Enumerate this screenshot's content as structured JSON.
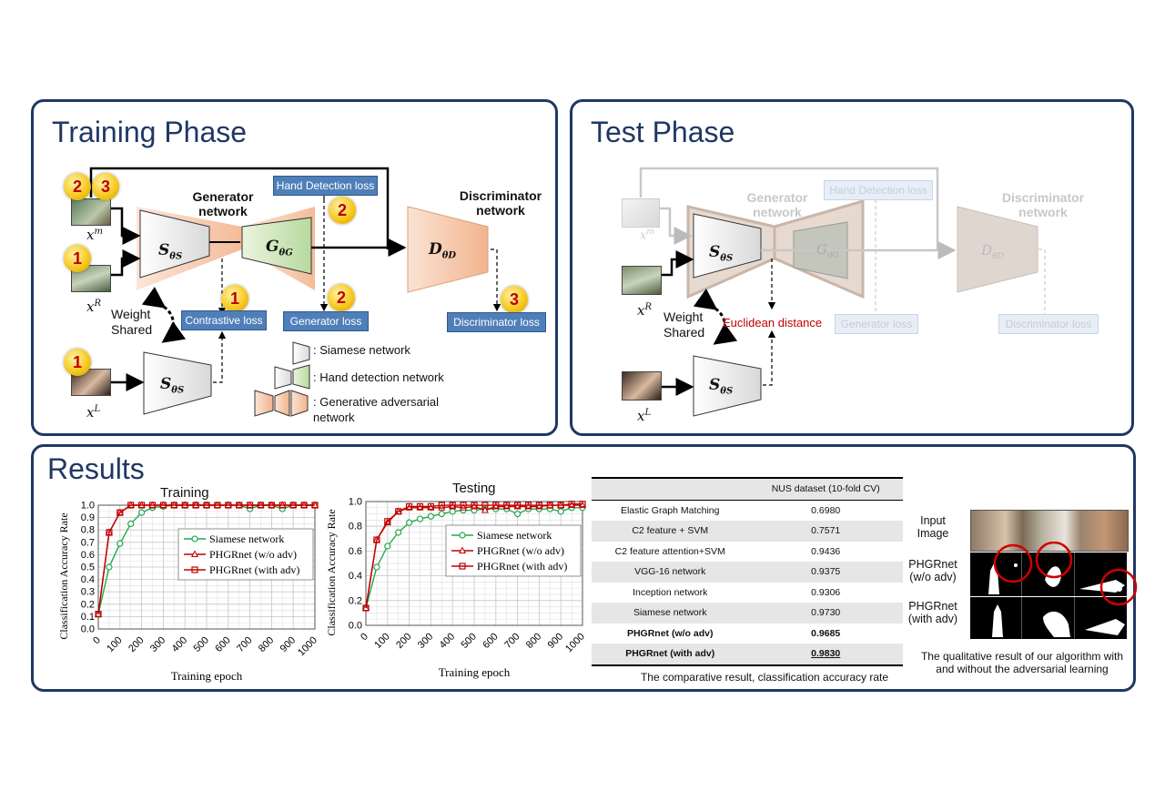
{
  "training_phase": {
    "title": "Training Phase",
    "generator_label": "Generator\nnetwork",
    "discriminator_label": "Discriminator\nnetwork",
    "losses": {
      "hand_detection": "Hand Detection loss",
      "contrastive": "Contrastive loss",
      "generator": "Generator loss",
      "discriminator": "Discriminator loss"
    },
    "badges": {
      "b1": "2",
      "b2": "3",
      "b3": "1",
      "b4": "1",
      "b5": "2",
      "b6": "1",
      "b7": "2",
      "b8": "3"
    },
    "weight_shared": "Weight\nShared",
    "legend": {
      "siamese": ": Siamese  network",
      "hand": ": Hand  detection  network",
      "gan": ": Generative  adversarial\nnetwork"
    }
  },
  "test_phase": {
    "title": "Test Phase",
    "generator_label": "Generator\nnetwork",
    "discriminator_label": "Discriminator\nnetwork",
    "losses": {
      "hand_detection": "Hand  Detection  loss",
      "generator": "Generator  loss",
      "discriminator": "Discriminator  loss"
    },
    "euclidean": "Euclidean  distance",
    "weight_shared": "Weight\nShared"
  },
  "results": {
    "title": "Results",
    "table": {
      "header": "NUS dataset (10-fold CV)",
      "rows": [
        {
          "method": "Elastic Graph Matching",
          "value": "0.6980",
          "bold": false
        },
        {
          "method": "C2 feature + SVM",
          "value": "0.7571",
          "bold": false
        },
        {
          "method": "C2 feature attention+SVM",
          "value": "0.9436",
          "bold": false
        },
        {
          "method": "VGG-16 network",
          "value": "0.9375",
          "bold": false
        },
        {
          "method": "Inception network",
          "value": "0.9306",
          "bold": false
        },
        {
          "method": "Siamese network",
          "value": "0.9730",
          "bold": false
        },
        {
          "method": "PHGRnet (w/o adv)",
          "value": "0.9685",
          "bold": true
        },
        {
          "method": "PHGRnet (with adv)",
          "value": "0.9830",
          "bold": true
        }
      ],
      "caption": "The  comparative result,  classification accuracy rate"
    },
    "qualitative": {
      "input_label": "Input\nImage",
      "wo_label": "PHGRnet\n(w/o adv)",
      "with_label": "PHGRnet\n(with adv)",
      "caption": "The  qualitative result of our algorithm with\nand without  the adversarial learning"
    }
  },
  "colors": {
    "navy": "#1f3864",
    "red": "#c00000",
    "green": "#21a94f",
    "loss_blue": "#4f7fb8"
  },
  "chart_data": [
    {
      "type": "line",
      "title": "Training",
      "xlabel": "Training epoch",
      "ylabel": "Classification Accuracy Rate",
      "x": [
        0,
        50,
        100,
        150,
        200,
        250,
        300,
        350,
        400,
        450,
        500,
        550,
        600,
        650,
        700,
        750,
        800,
        850,
        900,
        950,
        1000
      ],
      "xticks": [
        0,
        100,
        200,
        300,
        400,
        500,
        600,
        700,
        800,
        900,
        1000
      ],
      "yticks": [
        "0.0",
        "0.1",
        "0.2",
        "0.3",
        "0.4",
        "0.5",
        "0.6",
        "0.7",
        "0.8",
        "0.9",
        "1.0"
      ],
      "xlim": [
        0,
        1000
      ],
      "ylim": [
        0,
        1
      ],
      "grid": true,
      "legend_position": "center-right",
      "series": [
        {
          "name": "Siamese network",
          "color": "#21a94f",
          "marker": "circle",
          "values": [
            0.12,
            0.5,
            0.69,
            0.85,
            0.94,
            0.98,
            0.99,
            1.0,
            1.0,
            1.0,
            1.0,
            1.0,
            1.0,
            1.0,
            0.97,
            1.0,
            1.0,
            0.97,
            1.0,
            1.0,
            1.0
          ]
        },
        {
          "name": "PHGRnet (w/o adv)",
          "color": "#c00000",
          "marker": "triangle",
          "values": [
            0.12,
            0.78,
            0.94,
            1.0,
            1.0,
            1.0,
            1.0,
            1.0,
            1.0,
            1.0,
            1.0,
            1.0,
            1.0,
            1.0,
            1.0,
            1.0,
            1.0,
            1.0,
            1.0,
            1.0,
            1.0
          ]
        },
        {
          "name": "PHGRnet (with adv)",
          "color": "#c00000",
          "marker": "square",
          "values": [
            0.12,
            0.78,
            0.94,
            1.0,
            1.0,
            1.0,
            1.0,
            1.0,
            1.0,
            1.0,
            1.0,
            1.0,
            1.0,
            1.0,
            1.0,
            1.0,
            1.0,
            1.0,
            1.0,
            1.0,
            1.0
          ]
        }
      ]
    },
    {
      "type": "line",
      "title": "Testing",
      "xlabel": "Training epoch",
      "ylabel": "Classification Accuracy Rate",
      "x": [
        0,
        50,
        100,
        150,
        200,
        250,
        300,
        350,
        400,
        450,
        500,
        550,
        600,
        650,
        700,
        750,
        800,
        850,
        900,
        950,
        1000
      ],
      "xticks": [
        0,
        100,
        200,
        300,
        400,
        500,
        600,
        700,
        800,
        900,
        1000
      ],
      "yticks": [
        "0.0",
        "0.2",
        "0.4",
        "0.6",
        "0.8",
        "1.0"
      ],
      "xlim": [
        0,
        1000
      ],
      "ylim": [
        0,
        1
      ],
      "grid": true,
      "legend_position": "center-right",
      "series": [
        {
          "name": "Siamese network",
          "color": "#21a94f",
          "marker": "circle",
          "values": [
            0.14,
            0.47,
            0.64,
            0.75,
            0.83,
            0.86,
            0.88,
            0.9,
            0.92,
            0.93,
            0.93,
            0.94,
            0.94,
            0.94,
            0.9,
            0.94,
            0.94,
            0.94,
            0.92,
            0.95,
            0.95
          ]
        },
        {
          "name": "PHGRnet (w/o adv)",
          "color": "#c00000",
          "marker": "triangle",
          "values": [
            0.14,
            0.69,
            0.83,
            0.92,
            0.95,
            0.95,
            0.95,
            0.95,
            0.96,
            0.95,
            0.96,
            0.93,
            0.96,
            0.96,
            0.96,
            0.96,
            0.96,
            0.97,
            0.97,
            0.97,
            0.97
          ]
        },
        {
          "name": "PHGRnet (with adv)",
          "color": "#c00000",
          "marker": "square",
          "values": [
            0.14,
            0.69,
            0.84,
            0.92,
            0.96,
            0.96,
            0.96,
            0.97,
            0.97,
            0.97,
            0.97,
            0.97,
            0.97,
            0.97,
            0.97,
            0.97,
            0.97,
            0.97,
            0.97,
            0.98,
            0.98
          ]
        }
      ]
    }
  ]
}
